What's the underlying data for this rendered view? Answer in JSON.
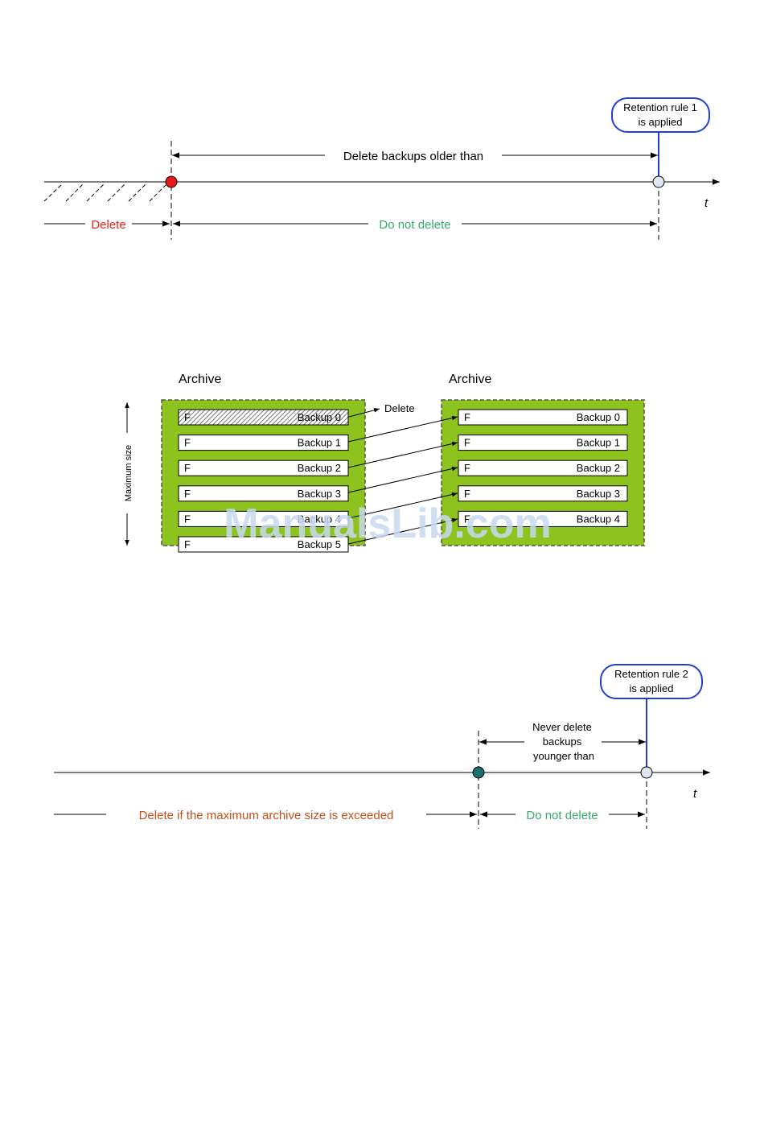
{
  "diagram1": {
    "callout": [
      "Retention rule 1",
      "is applied"
    ],
    "span_label": "Delete backups older than",
    "delete_label": "Delete",
    "keep_label": "Do not delete",
    "axis_label": "t"
  },
  "diagram2": {
    "left_title": "Archive",
    "right_title": "Archive",
    "size_label": "Maximum size",
    "delete_label": "Delete",
    "left_rows": [
      {
        "type": "F",
        "name": "Backup 0",
        "deleted": true
      },
      {
        "type": "F",
        "name": "Backup 1",
        "deleted": false
      },
      {
        "type": "F",
        "name": "Backup 2",
        "deleted": false
      },
      {
        "type": "F",
        "name": "Backup 3",
        "deleted": false
      },
      {
        "type": "F",
        "name": "Backup 4",
        "deleted": false
      },
      {
        "type": "F",
        "name": "Backup 5",
        "deleted": false
      }
    ],
    "right_rows": [
      {
        "type": "F",
        "name": "Backup 0"
      },
      {
        "type": "F",
        "name": "Backup 1"
      },
      {
        "type": "F",
        "name": "Backup 2"
      },
      {
        "type": "F",
        "name": "Backup 3"
      },
      {
        "type": "F",
        "name": "Backup 4"
      }
    ]
  },
  "diagram3": {
    "callout": [
      "Retention rule 2",
      "is applied"
    ],
    "span_label": [
      "Never delete",
      "backups",
      "younger than"
    ],
    "delete_label": "Delete if the maximum archive size is exceeded",
    "keep_label": "Do not delete",
    "axis_label": "t"
  },
  "watermark": "ManualsLib.com",
  "colors": {
    "delete_red": "#e8241c",
    "keep_green": "#3aaa6e",
    "delete_brown": "#c0501a",
    "archive_green": "#8dc21f",
    "callout_blue": "#1f3fd6",
    "point_red": "#e81818",
    "point_teal": "#1a7070",
    "point_pale": "#dfe6f2",
    "watermark_blue": "#c8d8f0"
  }
}
